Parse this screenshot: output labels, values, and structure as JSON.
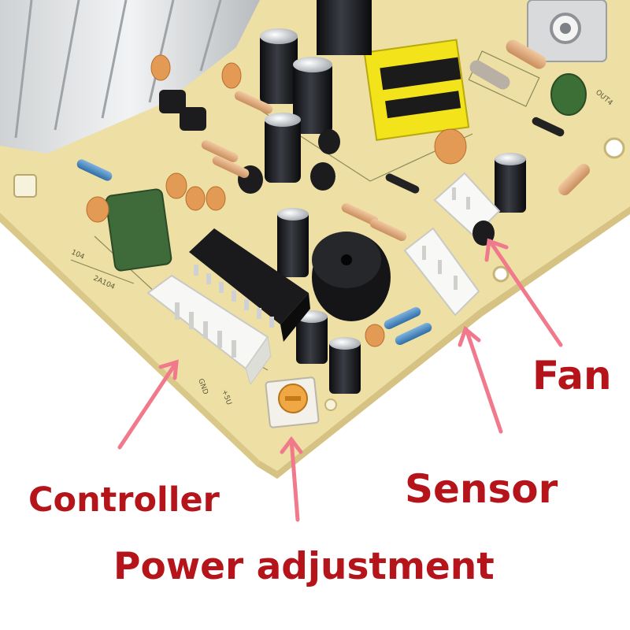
{
  "labels": {
    "fan": "Fan",
    "sensor": "Sensor",
    "controller": "Controller",
    "power_adjustment": "Power adjustment"
  },
  "colors": {
    "annotation_text": "#b5141a",
    "annotation_arrow": "#f07a8c",
    "pcb": "#efe0a6",
    "background": "#ffffff"
  }
}
